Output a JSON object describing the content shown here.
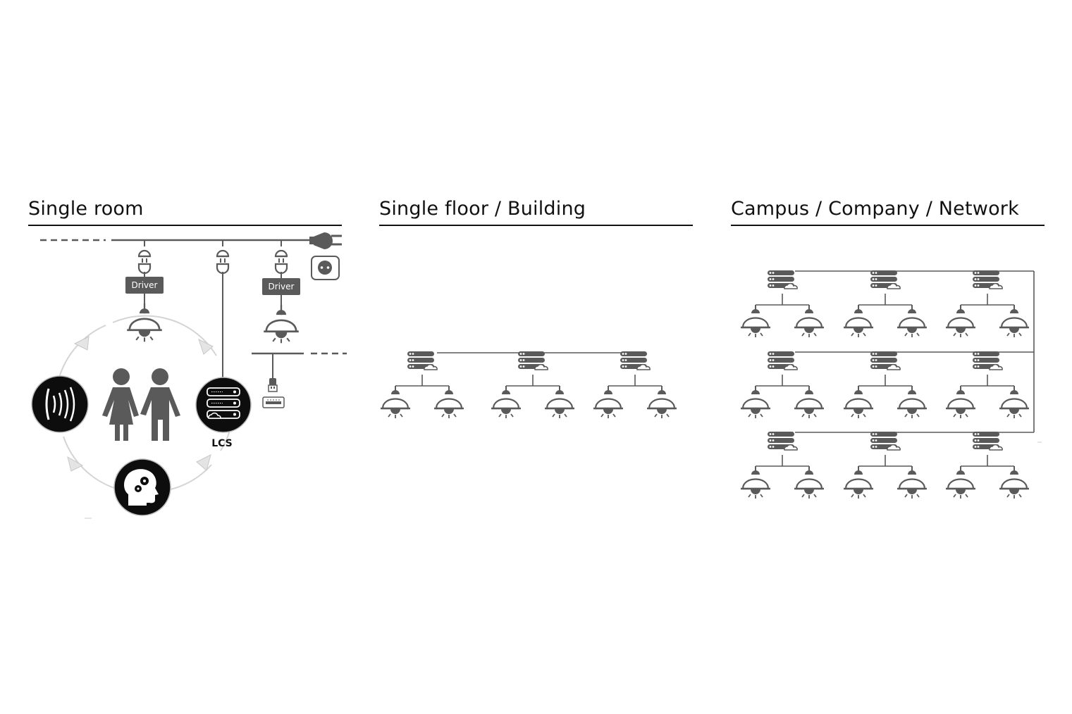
{
  "panels": [
    {
      "title": "Single room"
    },
    {
      "title": "Single floor / Building"
    },
    {
      "title": "Campus / Company / Network"
    }
  ],
  "single_room": {
    "driver_label_1": "Driver",
    "driver_label_2": "Driver",
    "controller_label": "LCS"
  },
  "icons": {
    "lamp": "pendant-lamp-icon",
    "server": "server-cloud-icon",
    "plug": "power-plug-icon",
    "socket": "wall-socket-icon",
    "sensor": "sensor-waves-icon",
    "people": "people-icon",
    "mind": "head-gears-icon",
    "usb": "usb-plug-icon",
    "usb_port": "usb-port-icon"
  },
  "colors": {
    "icon": "#5a5a5a",
    "circle_fill": "#0d0d0d",
    "cycle_ring": "#cfcfcf",
    "rule": "#111111"
  },
  "building": {
    "groups": 3,
    "lamps_per_group": 2
  },
  "campus": {
    "rows": 3,
    "groups_per_row": 3,
    "lamps_per_group": 2
  }
}
